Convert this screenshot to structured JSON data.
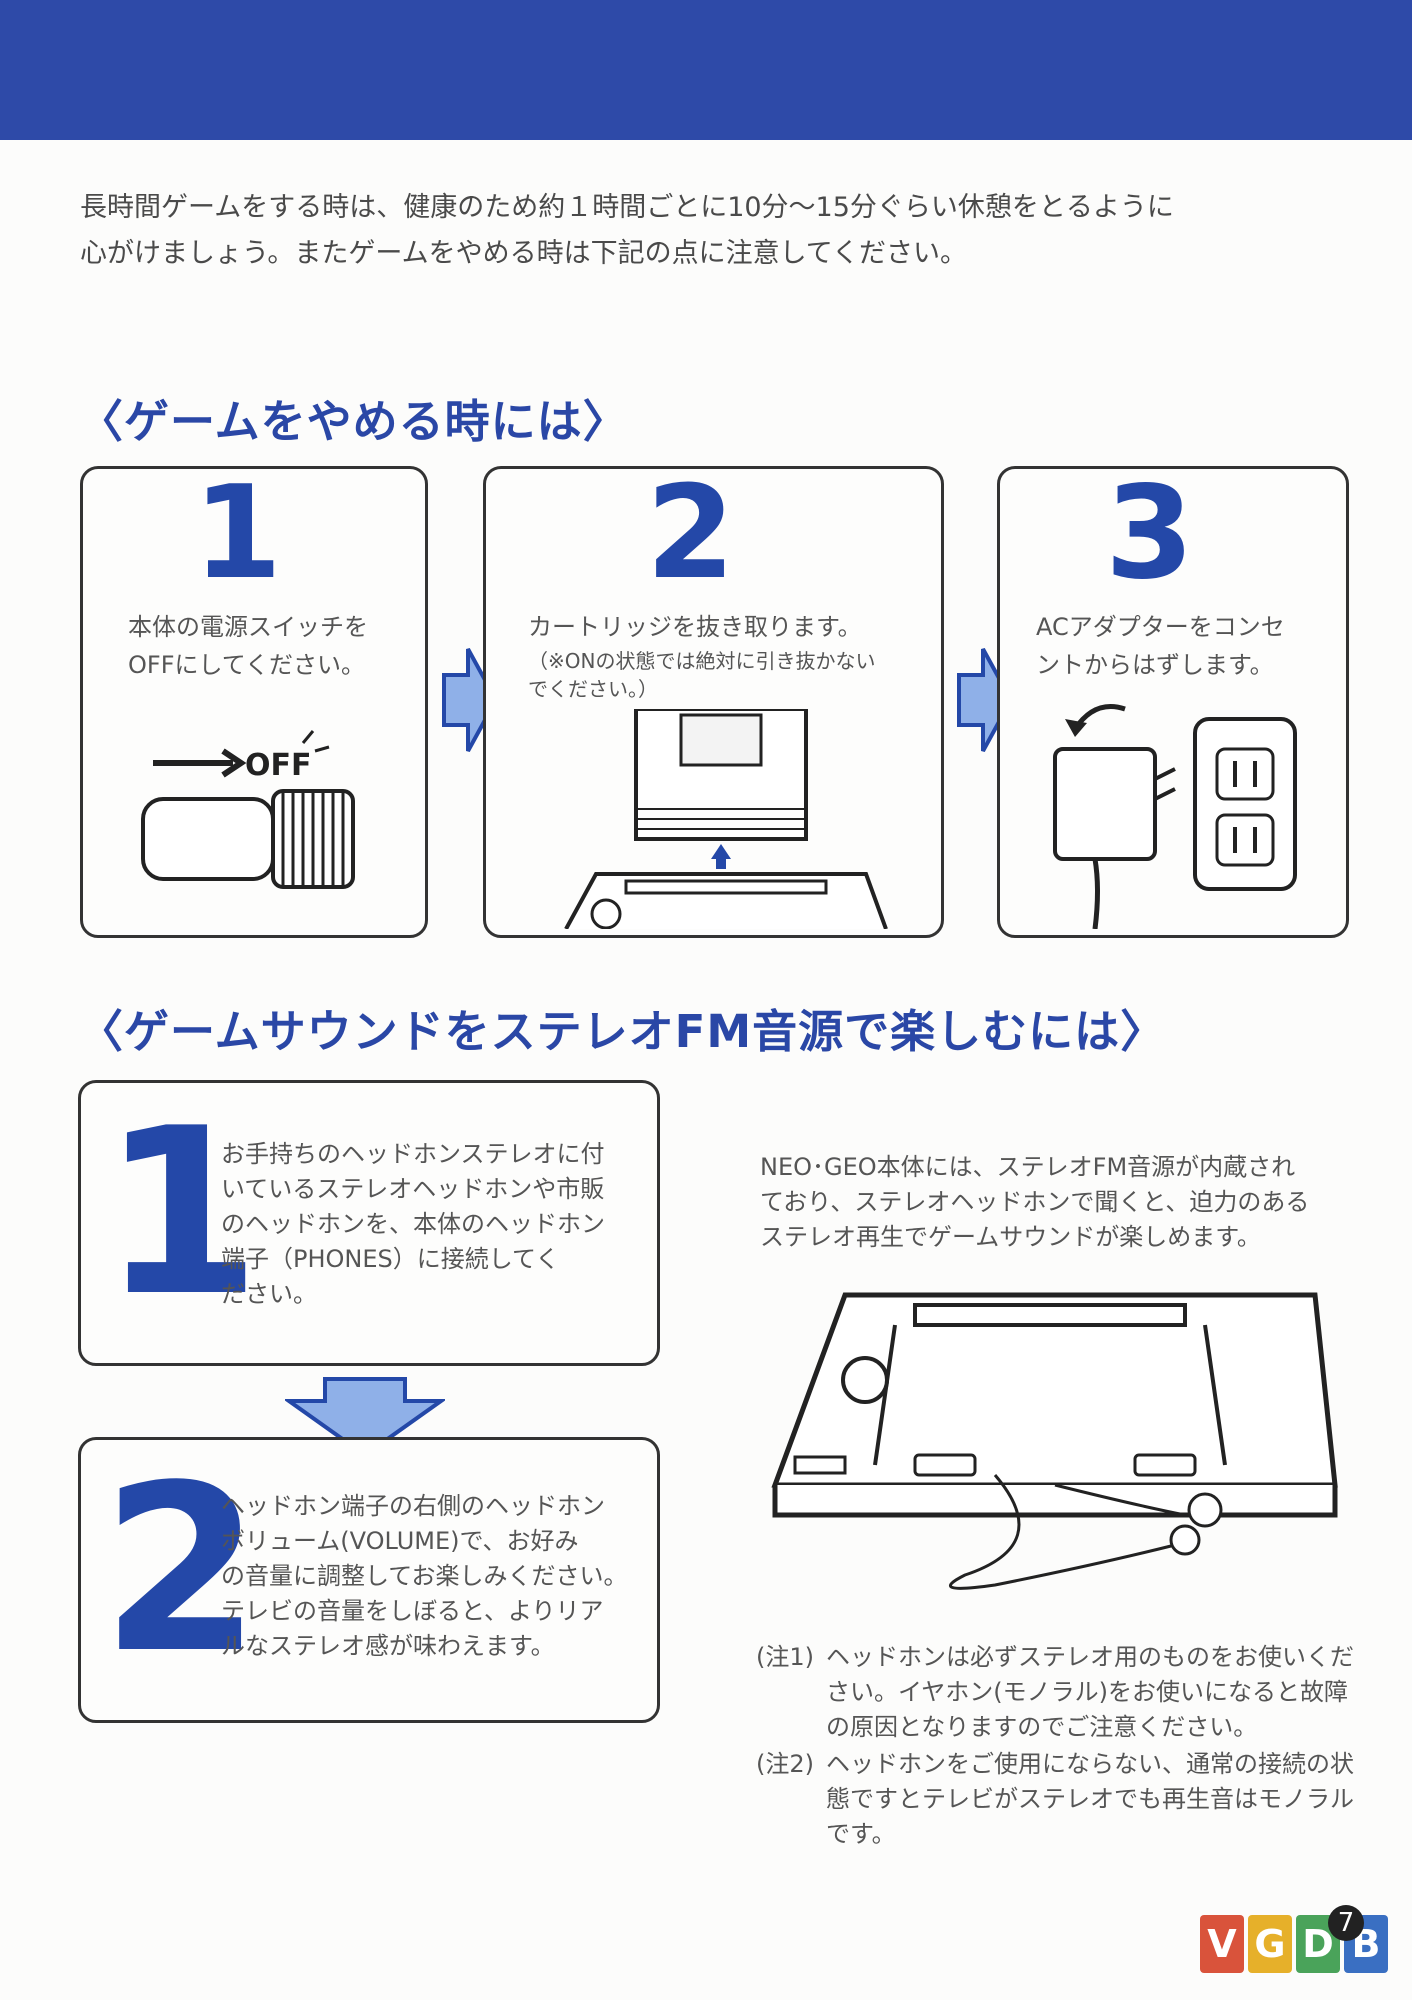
{
  "intro": {
    "line1": "長時間ゲームをする時は、健康のため約１時間ごとに10分〜15分ぐらい休憩をとるように",
    "line2": "心がけましょう。またゲームをやめる時は下記の点に注意してください。"
  },
  "section1": {
    "title": "〈ゲームをやめる時には〉",
    "steps": [
      {
        "number": "1",
        "text1": "本体の電源スイッチを",
        "text2": "OFFにしてください。",
        "label": "OFF"
      },
      {
        "number": "2",
        "text1": "カートリッジを抜き取ります。",
        "note1": "（※ONの状態では絶対に引き抜かない",
        "note2": "でください。）"
      },
      {
        "number": "3",
        "text1": "ACアダプターをコンセ",
        "text2": "ントからはずします。"
      }
    ]
  },
  "section2": {
    "title": "〈ゲームサウンドをステレオFM音源で楽しむには〉",
    "steps": [
      {
        "number": "1",
        "lines": [
          "お手持ちのヘッドホンステレオに付",
          "いているステレオヘッドホンや市販",
          "のヘッドホンを、本体のヘッドホン",
          "端子（PHONES）に接続してく",
          "ださい。"
        ]
      },
      {
        "number": "2",
        "lines": [
          "ヘッドホン端子の右側のヘッドホン",
          "ボリューム(VOLUME)で、お好み",
          "の音量に調整してお楽しみください。",
          "テレビの音量をしぼると、よりリア",
          "ルなステレオ感が味わえます。"
        ]
      }
    ],
    "side_lines": [
      "NEO･GEO本体には、ステレオFM音源が内蔵され",
      "ており、ステレオヘッドホンで聞くと、迫力のある",
      "ステレオ再生でゲームサウンドが楽しめます。"
    ],
    "notes": [
      {
        "label": "(注1)",
        "text": "ヘッドホンは必ずステレオ用のものをお使いください。イヤホン(モノラル)をお使いになると故障の原因となりますのでご注意ください。"
      },
      {
        "label": "(注2)",
        "text": "ヘッドホンをご使用にならない、通常の接続の状態ですとテレビがステレオでも再生音はモノラルです。"
      }
    ]
  },
  "page_number": "7",
  "watermark": [
    "V",
    "G",
    "D",
    "B"
  ],
  "colors": {
    "banner": "#2e4aa8",
    "accent": "#2448a8",
    "arrow_fill": "#8fb0e8"
  }
}
